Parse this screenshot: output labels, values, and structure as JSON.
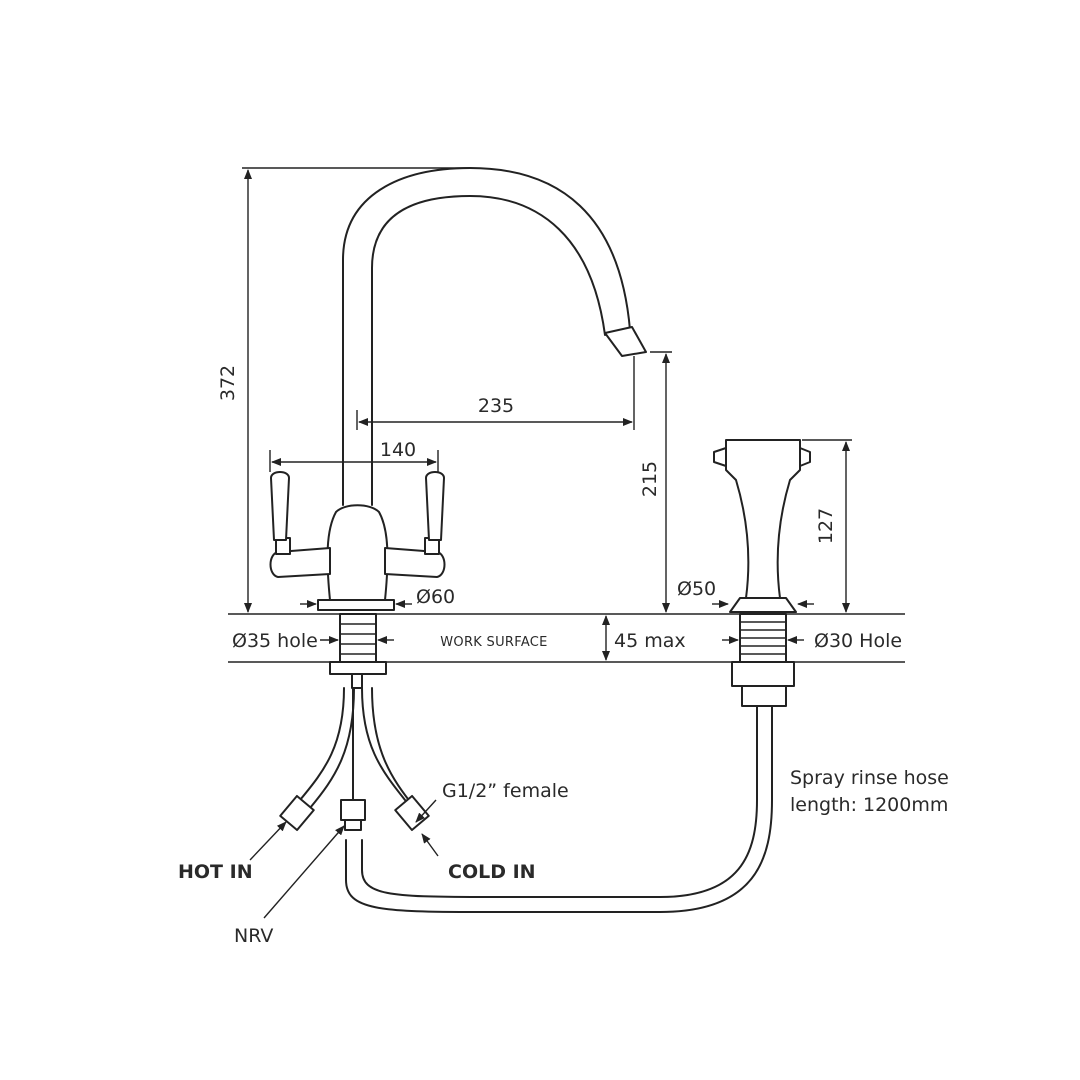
{
  "dimensions": {
    "overall_height": "372",
    "spout_reach": "235",
    "handle_span": "140",
    "spout_height": "215",
    "spray_height": "127",
    "tap_base_diameter": "Ø60",
    "spray_base_diameter": "Ø50",
    "tap_hole": "Ø35 hole",
    "spray_hole": "Ø30 Hole",
    "surface_thickness": "45 max"
  },
  "labels": {
    "work_surface": "WORK SURFACE",
    "hose_line1": "Spray rinse hose",
    "hose_line2": "length: 1200mm",
    "connector": "G1/2” female",
    "hot_in": "HOT IN",
    "cold_in": "COLD IN",
    "nrv": "NRV"
  }
}
